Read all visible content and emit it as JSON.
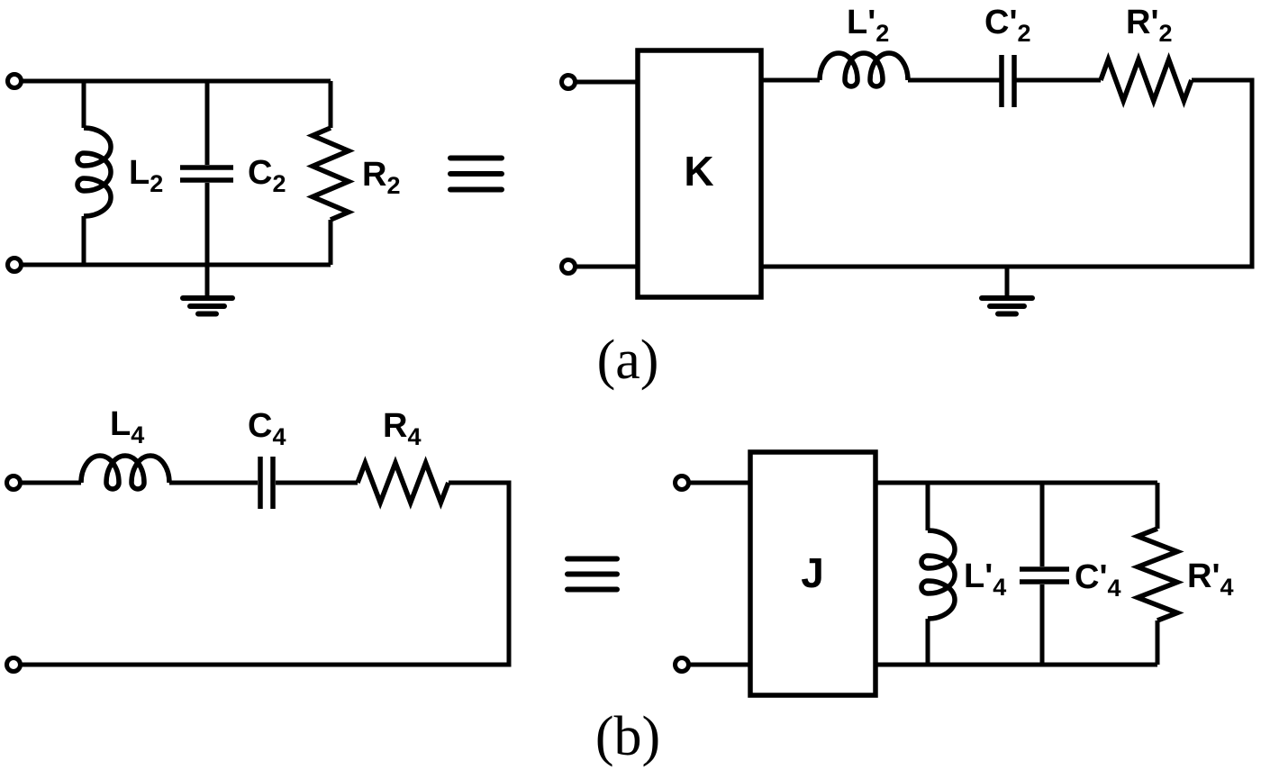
{
  "colors": {
    "ink": "#000000",
    "background": "#ffffff"
  },
  "panel_a": {
    "caption": "(a)",
    "equivalence_symbol": "≡",
    "left_circuit": {
      "inductor_label": {
        "main": "L",
        "sub": "2"
      },
      "capacitor_label": {
        "main": "C",
        "sub": "2"
      },
      "resistor_label": {
        "main": "R",
        "sub": "2"
      }
    },
    "right_circuit": {
      "inverter_label": "K",
      "inductor_label": {
        "main": "L'",
        "sub": "2"
      },
      "capacitor_label": {
        "main": "C'",
        "sub": "2"
      },
      "resistor_label": {
        "main": "R'",
        "sub": "2"
      }
    }
  },
  "panel_b": {
    "caption": "(b)",
    "equivalence_symbol": "≡",
    "left_circuit": {
      "inductor_label": {
        "main": "L",
        "sub": "4"
      },
      "capacitor_label": {
        "main": "C",
        "sub": "4"
      },
      "resistor_label": {
        "main": "R",
        "sub": "4"
      }
    },
    "right_circuit": {
      "inverter_label": "J",
      "inductor_label": {
        "main": "L'",
        "sub": "4"
      },
      "capacitor_label": {
        "main": "C'",
        "sub": "4"
      },
      "resistor_label": {
        "main": "R'",
        "sub": "4"
      }
    }
  }
}
